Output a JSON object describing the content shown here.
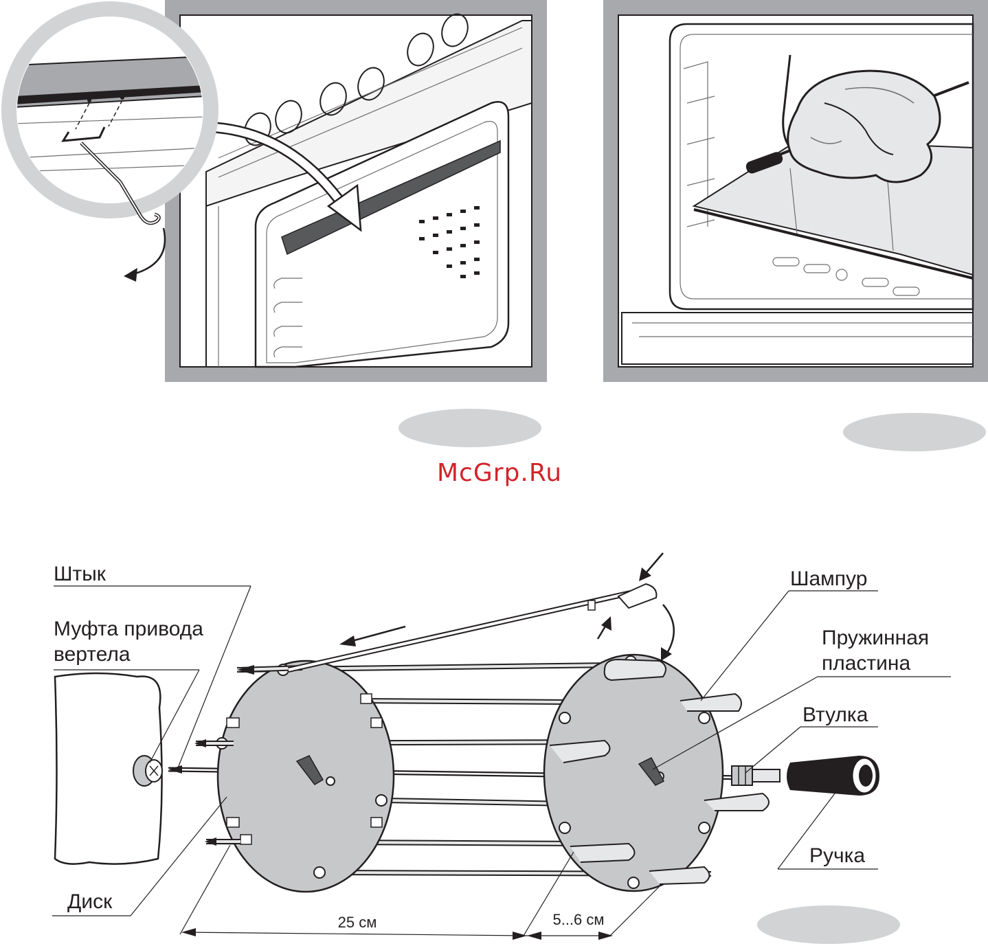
{
  "watermark": "McGrp.Ru",
  "labels": {
    "shtyk": "Штык",
    "mufta_line1": "Муфта привода",
    "mufta_line2": "вертела",
    "disk": "Диск",
    "shampur": "Шампур",
    "plastina_line1": "Пружинная",
    "plastina_line2": "пластина",
    "vtulka": "Втулка",
    "ruchka": "Ручка"
  },
  "dimensions": {
    "cage_length": "25 см",
    "end_length": "5...6 см"
  },
  "colors": {
    "frame_gray": "#a7a9ac",
    "disk_gray": "#c7c8ca",
    "oval_gray": "#d1d3d4",
    "line": "#231f20",
    "watermark_red": "#d2232a"
  },
  "icons": {
    "rotate_arrow": "curved-arrow-icon",
    "push_arrow": "straight-arrow-icon"
  }
}
